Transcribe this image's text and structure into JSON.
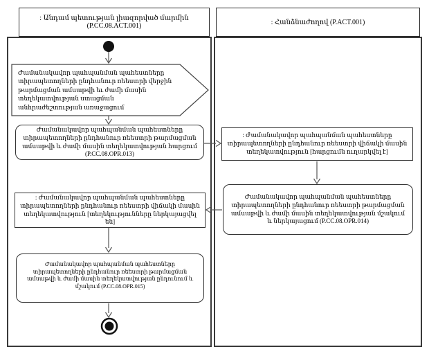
{
  "diagram": {
    "type": "uml-activity-swimlane",
    "lanes": {
      "left": {
        "title": ": Անդամ պետության լիազորված մարմին (P.CC.08.ACT.001)"
      },
      "right": {
        "title": ": Հանձնաժողով (P.ACT.001)"
      }
    },
    "nodes": {
      "start": {
        "type": "initial-node"
      },
      "send_signal": {
        "label": "Ժամանակավոր պահպանման պահեստները տիրապետողների ընդհանուր ռեեստրի վերջին թարմացման ամսաթվի եւ ժամի մասին տեղեկատվության ստացման անհրաժեշտության առաջացում"
      },
      "action_013": {
        "label": "Ժամանակավոր պահպանման պահեստները տիրապետողների ընդհանուր ռեեստրի թարմացման ամսաթվի և ժամի մասին տեղեկատվության հարցում (P.CC.08.OPR.013)"
      },
      "object_request_sent": {
        "label": ": Ժամանակավոր պահպանման պահեստները տիրապետողների ընդհանուր ռեեստրի վիճակի մասին տեղեկատվություն [հարցումն ուղարկվել է]"
      },
      "action_014": {
        "label": "Ժամանակավոր պահպանման պահեստները տիրապետողների ընդհանուր ռեեստրի թարմացման ամսաթվի և ժամի մասին տեղեկատվության մշակում և ներկայացում (P.CC.08.OPR.014)"
      },
      "object_info_presented": {
        "label": ": Ժամանակավոր պահպանման պահեստները տիրապետողների ընդհանուր ռեեստրի վիճակի մասին տեղեկատվություն [տեղեկությունները ներկայացվել են]"
      },
      "action_015": {
        "label": "Ժամանակավոր պահպանման պահեստները տիրապետողների ընդհանուր ռեեստրի թարմացման ամսաթվի և ժամի մասին տեղեկատվության ընդունում և մշակում (P.CC.08.OPR.015)"
      },
      "end": {
        "type": "activity-final-node"
      }
    },
    "colors": {
      "stroke": "#333333",
      "background": "#ffffff"
    }
  }
}
